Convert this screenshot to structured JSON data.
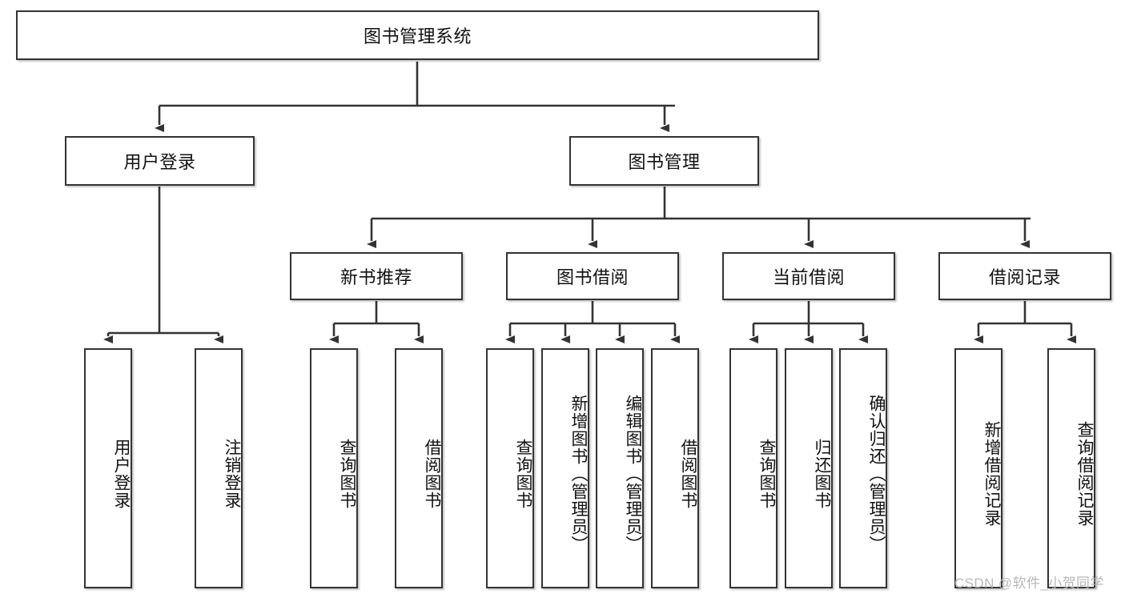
{
  "diagram": {
    "title": "图书管理系统",
    "type": "tree-hierarchy-diagram",
    "watermark": "CSDN @软件_小贺同学",
    "colors": {
      "box_border": "#333333",
      "box_fill": "#ffffff",
      "connector": "#333333",
      "text": "#111111",
      "watermark": "#b8b8b8",
      "background": "#ffffff"
    },
    "nodes": {
      "root": {
        "label": "图书管理系统"
      },
      "level2": [
        {
          "label": "用户登录"
        },
        {
          "label": "图书管理"
        }
      ],
      "level3": [
        {
          "label": "新书推荐"
        },
        {
          "label": "图书借阅"
        },
        {
          "label": "当前借阅"
        },
        {
          "label": "借阅记录"
        }
      ],
      "leaves": [
        {
          "label": "用户登录",
          "parent": "用户登录"
        },
        {
          "label": "注销登录",
          "parent": "用户登录"
        },
        {
          "label": "查询图书",
          "parent": "新书推荐"
        },
        {
          "label": "借阅图书",
          "parent": "新书推荐"
        },
        {
          "label": "查询图书",
          "parent": "图书借阅"
        },
        {
          "label": "新增图书（管理员）",
          "parent": "图书借阅"
        },
        {
          "label": "编辑图书（管理员）",
          "parent": "图书借阅"
        },
        {
          "label": "借阅图书",
          "parent": "图书借阅"
        },
        {
          "label": "查询图书",
          "parent": "当前借阅"
        },
        {
          "label": "归还图书",
          "parent": "当前借阅"
        },
        {
          "label": "确认归还（管理员）",
          "parent": "当前借阅"
        },
        {
          "label": "新增借阅记录",
          "parent": "借阅记录"
        },
        {
          "label": "查询借阅记录",
          "parent": "借阅记录"
        }
      ]
    }
  }
}
